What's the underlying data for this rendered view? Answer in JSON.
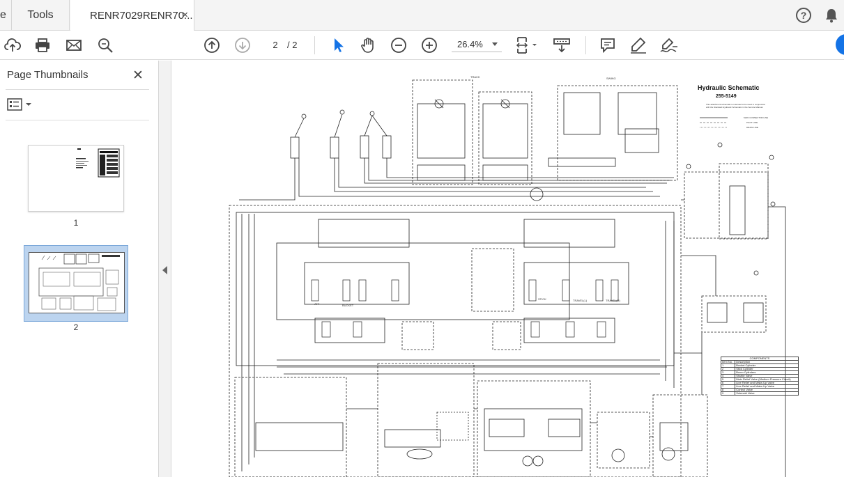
{
  "tabs": {
    "home_fragment": "e",
    "tools": "Tools",
    "document": "RENR7029RENR70...",
    "close": "×"
  },
  "header": {
    "help": "?"
  },
  "toolbar": {
    "page_current": "2",
    "page_total": "/ 2",
    "zoom": "26.4%"
  },
  "sidepanel": {
    "title": "Page Thumbnails",
    "close": "✕",
    "thumbnails": [
      {
        "label": "1"
      },
      {
        "label": "2"
      }
    ]
  },
  "schematic": {
    "title": "Hydraulic Schematic",
    "number": "255-5149",
    "note": "This attachment schematic is intended to be used in conjunction with the Standard Hydraulic Schematic in the Service Manual.",
    "legend": [
      "MAIN CONNECTOR LINE",
      "PILOT LINE",
      "DRAIN LINE"
    ],
    "labels": {
      "track": "TRACK",
      "swing": "SWING",
      "att": "ATT",
      "bucket": "BUCKET",
      "stick": "STICK",
      "travel_l": "TRAVEL(L)",
      "travel_r": "TRAVEL(R)"
    },
    "components": {
      "title": "COMPONENTS",
      "header": [
        "Item No.",
        "Description"
      ],
      "rows": [
        [
          "1",
          "Bucket Cylinder"
        ],
        [
          "2",
          "Stick Cylinder"
        ],
        [
          "3",
          "Boom Cylinders"
        ],
        [
          "4",
          "Shuttle Valve"
        ],
        [
          "5",
          "Main Relief Valve (Medium Pressure Circuit)"
        ],
        [
          "6",
          "Line Relief and Make-Up Valve"
        ],
        [
          "7",
          "Line Relief and Make-Up Valve"
        ],
        [
          "8",
          "Control Valve"
        ],
        [
          "9",
          "Solenoid Valve"
        ]
      ]
    }
  },
  "colors": {
    "accent": "#1473e6",
    "selection": "#bcd4ef"
  }
}
